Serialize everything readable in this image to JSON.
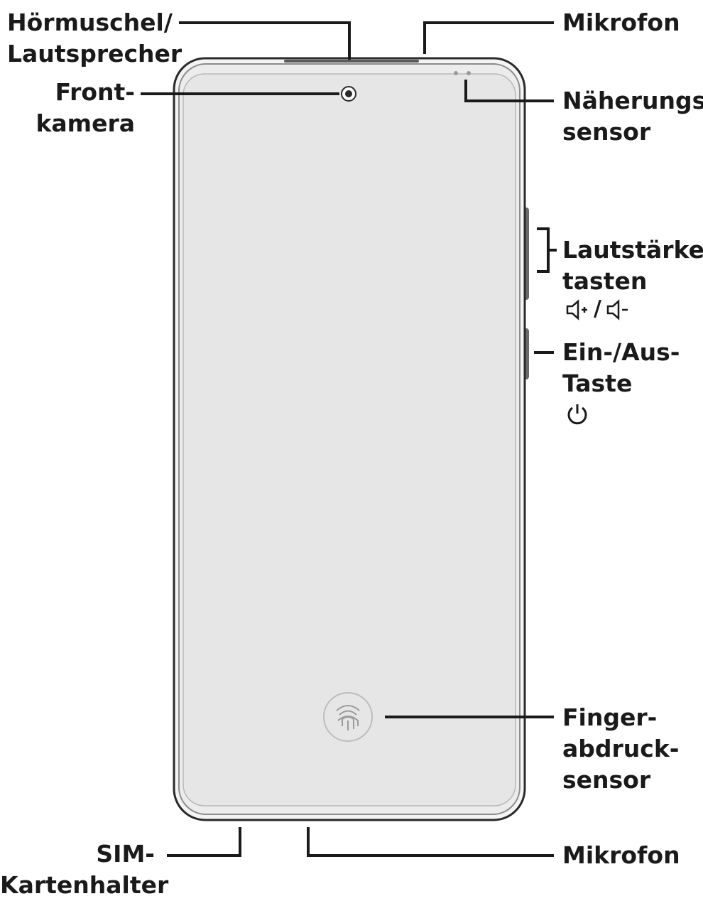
{
  "labels": {
    "earpiece": [
      "Hörmuschel/",
      "Lautsprecher"
    ],
    "mic_top": [
      "Mikrofon"
    ],
    "front_camera": [
      "Front-",
      "kamera"
    ],
    "proximity": [
      "Näherungs-",
      "sensor"
    ],
    "volume": [
      "Lautstärke-",
      "tasten"
    ],
    "power": [
      "Ein-/Aus-",
      "Taste"
    ],
    "fingerprint": [
      "Finger-",
      "abdruck-",
      "sensor"
    ],
    "sim": [
      "SIM-",
      "Kartenhalter"
    ],
    "mic_bottom": [
      "Mikrofon"
    ]
  },
  "icons": {
    "volume": [
      "volume-up-icon",
      "volume-down-icon"
    ],
    "volume_separator": "/",
    "power": "power-icon",
    "fingerprint": "fingerprint-icon",
    "camera": "camera-icon"
  }
}
